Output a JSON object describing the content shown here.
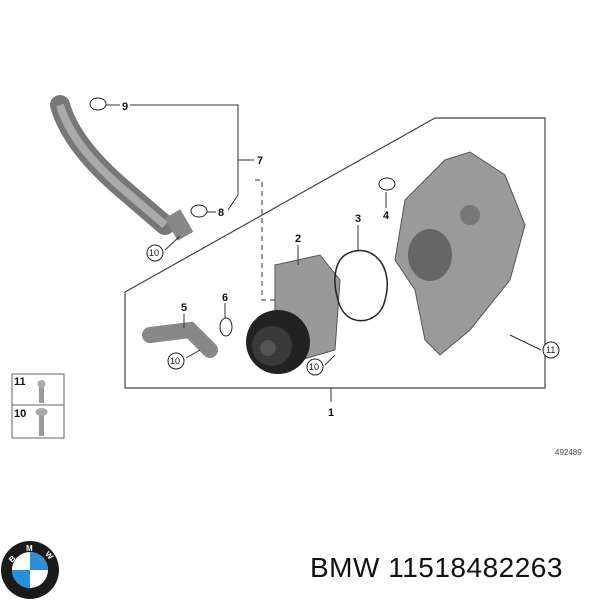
{
  "diagram": {
    "callouts": [
      "9",
      "7",
      "8",
      "10",
      "3",
      "4",
      "2",
      "5",
      "6",
      "10",
      "10",
      "11",
      "1"
    ],
    "legend": [
      {
        "number": "11",
        "part": "bolt-icon"
      },
      {
        "number": "10",
        "part": "screw-icon"
      }
    ],
    "diagram_id": "492489"
  },
  "footer": {
    "brand_logo": "BMW",
    "part_title": "BMW 11518482263"
  },
  "colors": {
    "logo_blue": "#2a8fd6",
    "part_gray": "#8a8a8a"
  }
}
